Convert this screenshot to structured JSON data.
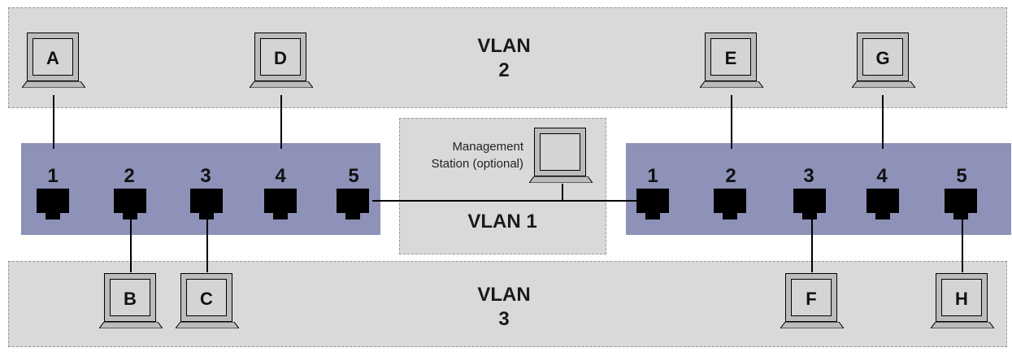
{
  "vlans": {
    "vlan2": {
      "line1": "VLAN",
      "line2": "2"
    },
    "vlan3": {
      "line1": "VLAN",
      "line2": "3"
    },
    "vlan1": {
      "label": "VLAN 1"
    }
  },
  "management": {
    "line1": "Management",
    "line2": "Station (optional)"
  },
  "switch_left": {
    "ports": [
      "1",
      "2",
      "3",
      "4",
      "5"
    ]
  },
  "switch_right": {
    "ports": [
      "1",
      "2",
      "3",
      "4",
      "5"
    ]
  },
  "devices": {
    "A": "A",
    "B": "B",
    "C": "C",
    "D": "D",
    "E": "E",
    "F": "F",
    "G": "G",
    "H": "H"
  },
  "colors": {
    "switch": "#8e91b8",
    "zone": "#d9d9da"
  }
}
